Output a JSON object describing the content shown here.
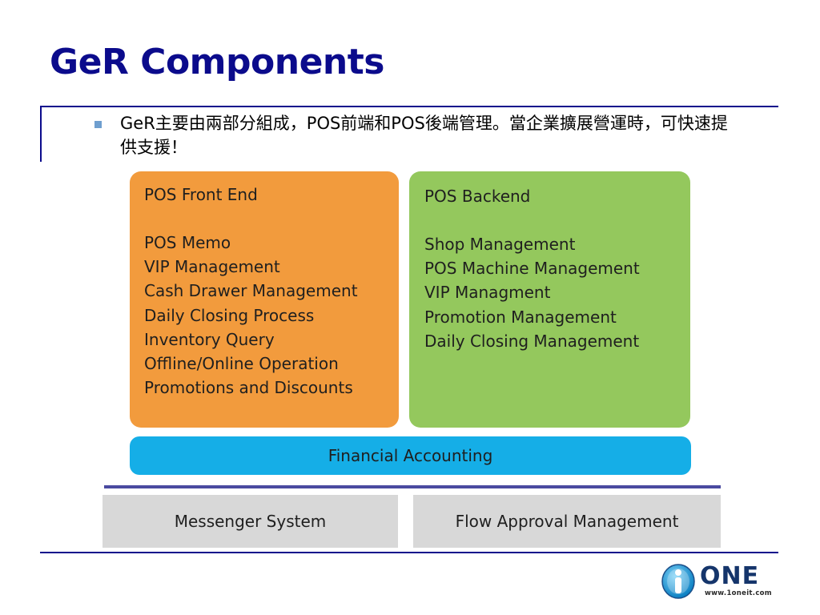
{
  "slide": {
    "title": "GeR Components",
    "bullet_text": "GeR主要由兩部分組成，POS前端和POS後端管理。當企業擴展營運時，可快速提供支援！"
  },
  "front_end": {
    "heading": "POS Front End",
    "items": [
      "POS Memo",
      "VIP Management",
      "Cash Drawer Management",
      "Daily Closing Process",
      "Inventory Query",
      "Offline/Online Operation",
      "Promotions and Discounts"
    ]
  },
  "backend": {
    "heading": "POS Backend",
    "items": [
      "Shop Management",
      "POS Machine Management",
      "VIP Managment",
      "Promotion Management",
      "Daily Closing Management"
    ]
  },
  "financial": {
    "label": "Financial Accounting"
  },
  "bottom": {
    "left_label": "Messenger System",
    "right_label": "Flow Approval Management"
  },
  "logo": {
    "word": "ONE",
    "url": "www.1oneit.com",
    "icon": "info-person-icon"
  },
  "colors": {
    "title": "#0b0b8c",
    "front_end": "#f29b3d",
    "backend": "#94c85d",
    "financial": "#15aee7",
    "bottom_boxes": "#d8d8d8"
  }
}
